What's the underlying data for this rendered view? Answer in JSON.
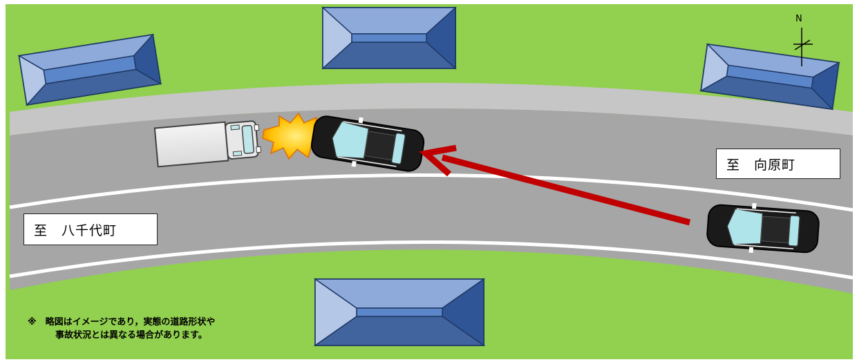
{
  "labels": {
    "left_destination": "至　八千代町",
    "right_destination": "至　向原町"
  },
  "note": {
    "line1": "※　略図はイメージであり，実態の道路形状や",
    "line2": "事故状況とは異なる場合があります。"
  },
  "compass": {
    "letter": "N"
  },
  "colors": {
    "grass": "#92d050",
    "road": "#a6a6a6",
    "shoulder": "#c8c8c8",
    "roof": "#5b86c9",
    "arrow": "#c00000"
  }
}
